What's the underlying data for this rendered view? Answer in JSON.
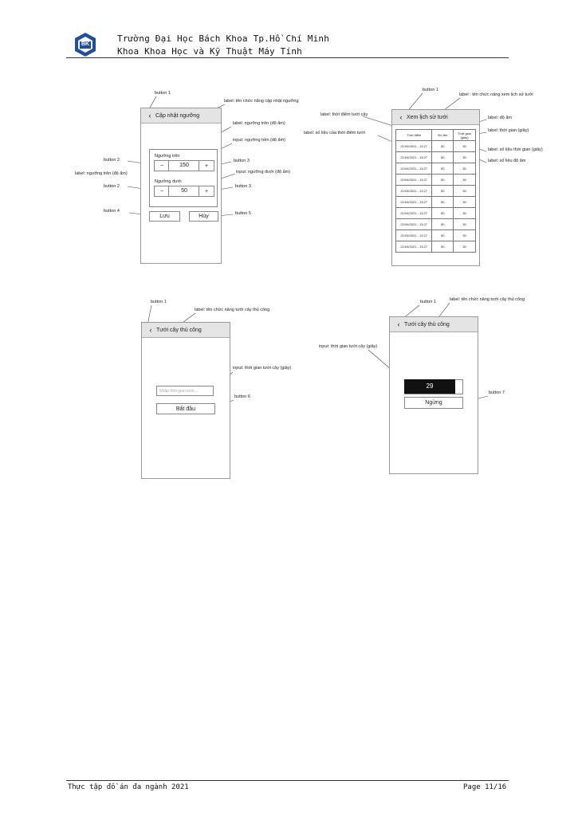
{
  "header": {
    "line1": "Trường Đại Học Bách Khoa Tp.Hồ Chí Minh",
    "line2": "Khoa Khoa Học và Kỹ Thuật Máy Tính",
    "logo_text": "BK"
  },
  "footer": {
    "left": "Thực tập đồ án đa ngành 2021",
    "right": "Page 11/16"
  },
  "screen1": {
    "title": "Cập nhật ngưỡng",
    "upper_label": "Ngưỡng trên",
    "upper_value": "150",
    "lower_label": "Ngưỡng dưới",
    "lower_value": "50",
    "minus": "−",
    "plus": "+",
    "save": "Lưu",
    "cancel": "Hủy",
    "annotations": {
      "button1": "button 1",
      "title_label": "label: tên chức năng cập nhật ngưỡng",
      "upper_label": "label: ngưỡng trên (độ ẩm)",
      "upper_input": "input: ngưỡng trên (độ ẩm)",
      "button2a": "button 2",
      "button3a": "button 3",
      "lower_label": "label: ngưỡng trên (độ ẩm)",
      "lower_input": "input:  ngưỡng dưới (độ ẩm)",
      "button2b": "button 2",
      "button3b": "button 3",
      "button4": "button 4",
      "button5": "button 5"
    }
  },
  "screen2": {
    "title": "Xem lịch sử tưới",
    "columns": [
      "Thời điểm",
      "Độ ẩm",
      "Thời gian (giây)"
    ],
    "rows": [
      [
        "21/04/2021 - 13:27",
        "50",
        "30"
      ],
      [
        "21/04/2021 - 13:27",
        "50",
        "30"
      ],
      [
        "21/04/2021 - 13:27",
        "50",
        "30"
      ],
      [
        "21/04/2021 - 13:27",
        "50",
        "30"
      ],
      [
        "21/04/2021 - 13:27",
        "50",
        "30"
      ],
      [
        "21/04/2021 - 13:27",
        "50",
        "30"
      ],
      [
        "21/04/2021 - 13:27",
        "50",
        "30"
      ],
      [
        "21/04/2021 - 13:27",
        "50",
        "30"
      ],
      [
        "21/04/2021 - 13:27",
        "50",
        "30"
      ],
      [
        "21/04/2021 - 13:27",
        "50",
        "30"
      ]
    ],
    "annotations": {
      "button1": "button 1",
      "title_label": "label : tên chức năng xem lịch sử tưới",
      "col_time": "label: thời điểm tưới cây",
      "col_humidity": "label: độ ẩm",
      "col_duration": "label: thời gian (giây)",
      "data_time": "label: số liệu của thời điểm tưới",
      "data_duration": "label: số liệu thời gian (giây)",
      "data_humidity": "label: số liệu độ ẩm"
    }
  },
  "screen3": {
    "title": "Tưới cây thủ công",
    "placeholder": "Nhập thời gian tưới...",
    "start": "Bắt đầu",
    "annotations": {
      "button1": "button 1",
      "title_label": "label: tên chức năng tưới cây thủ công",
      "input": "input: thời gian tưới cây (giây)",
      "button6": "button 6"
    }
  },
  "screen4": {
    "title": "Tưới cây thủ công",
    "countdown": "29",
    "stop": "Ngừng",
    "annotations": {
      "button1": "button 1",
      "title_label": "label: tên chức năng tưới cây thủ công",
      "input": "input: thời gian tưới cây (giây)",
      "button7": "button 7"
    }
  }
}
